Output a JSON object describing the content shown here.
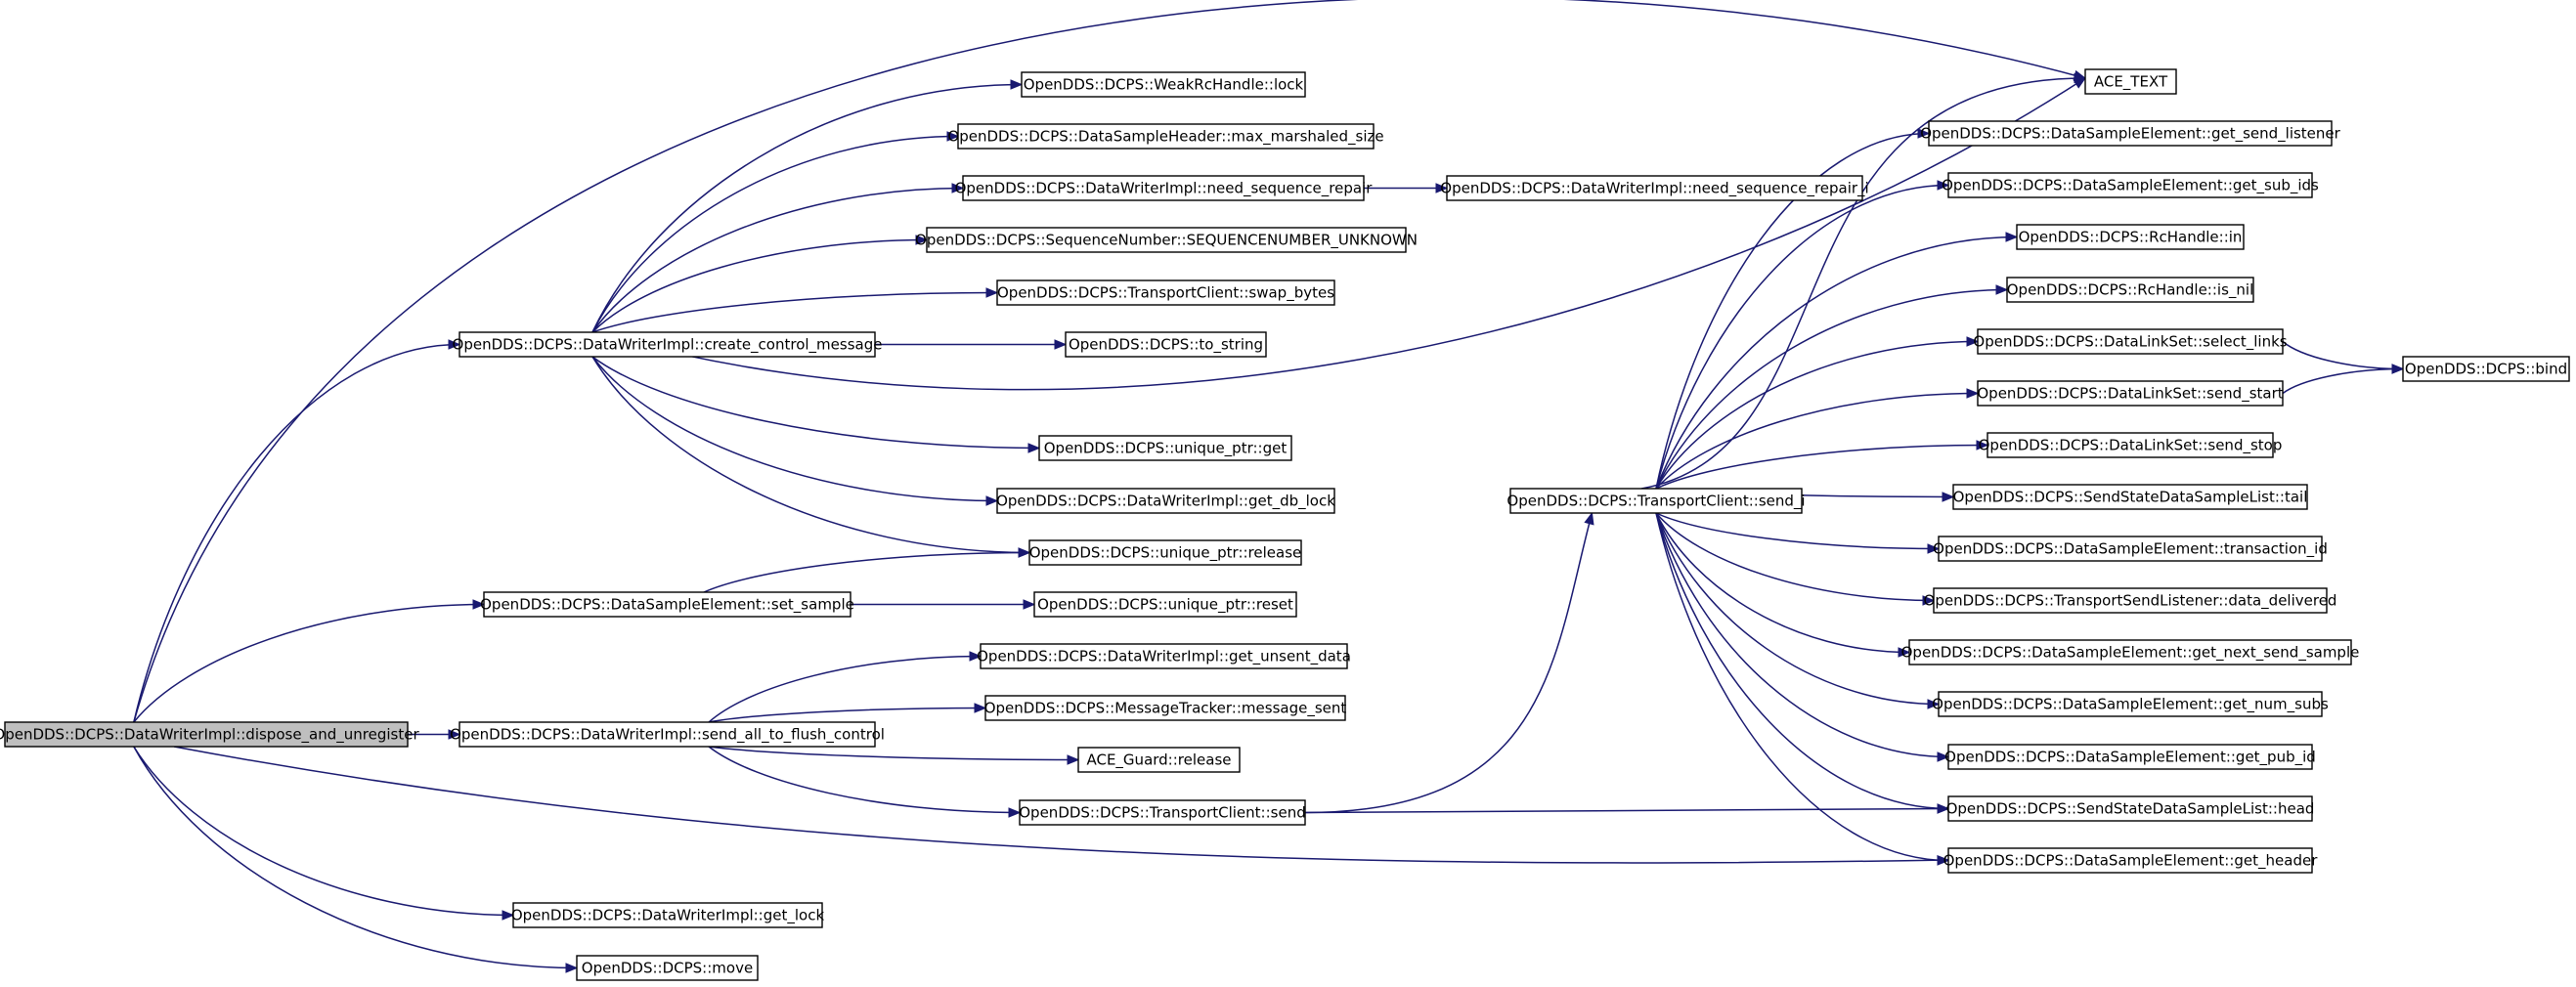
{
  "diagram": {
    "root": "dispose_and_unregister",
    "colors": {
      "edge": "#191970",
      "root_fill": "#bfbfbf",
      "node_fill": "#ffffff",
      "border": "#000000"
    },
    "nodes": [
      {
        "id": "dispose_and_unregister",
        "label": "OpenDDS::DCPS::DataWriterImpl::dispose_and_unregister"
      },
      {
        "id": "create_control_message",
        "label": "OpenDDS::DCPS::DataWriterImpl::create_control_message"
      },
      {
        "id": "set_sample",
        "label": "OpenDDS::DCPS::DataSampleElement::set_sample"
      },
      {
        "id": "send_all_to_flush_control",
        "label": "OpenDDS::DCPS::DataWriterImpl::send_all_to_flush_control"
      },
      {
        "id": "get_lock",
        "label": "OpenDDS::DCPS::DataWriterImpl::get_lock"
      },
      {
        "id": "move",
        "label": "OpenDDS::DCPS::move"
      },
      {
        "id": "weak_lock",
        "label": "OpenDDS::DCPS::WeakRcHandle::lock"
      },
      {
        "id": "max_marshaled_size",
        "label": "OpenDDS::DCPS::DataSampleHeader::max_marshaled_size"
      },
      {
        "id": "need_sequence_repair",
        "label": "OpenDDS::DCPS::DataWriterImpl::need_sequence_repair"
      },
      {
        "id": "seq_unknown",
        "label": "OpenDDS::DCPS::SequenceNumber::SEQUENCENUMBER_UNKNOWN"
      },
      {
        "id": "swap_bytes",
        "label": "OpenDDS::DCPS::TransportClient::swap_bytes"
      },
      {
        "id": "to_string",
        "label": "OpenDDS::DCPS::to_string"
      },
      {
        "id": "uptr_get",
        "label": "OpenDDS::DCPS::unique_ptr::get"
      },
      {
        "id": "get_db_lock",
        "label": "OpenDDS::DCPS::DataWriterImpl::get_db_lock"
      },
      {
        "id": "uptr_release",
        "label": "OpenDDS::DCPS::unique_ptr::release"
      },
      {
        "id": "uptr_reset",
        "label": "OpenDDS::DCPS::unique_ptr::reset"
      },
      {
        "id": "get_unsent_data",
        "label": "OpenDDS::DCPS::DataWriterImpl::get_unsent_data"
      },
      {
        "id": "message_sent",
        "label": "OpenDDS::DCPS::MessageTracker::message_sent"
      },
      {
        "id": "ace_guard_release",
        "label": "ACE_Guard::release"
      },
      {
        "id": "tc_send",
        "label": "OpenDDS::DCPS::TransportClient::send"
      },
      {
        "id": "need_sequence_repair_i",
        "label": "OpenDDS::DCPS::DataWriterImpl::need_sequence_repair_i"
      },
      {
        "id": "send_i",
        "label": "OpenDDS::DCPS::TransportClient::send_i"
      },
      {
        "id": "ace_text",
        "label": "ACE_TEXT"
      },
      {
        "id": "get_send_listener",
        "label": "OpenDDS::DCPS::DataSampleElement::get_send_listener"
      },
      {
        "id": "get_sub_ids",
        "label": "OpenDDS::DCPS::DataSampleElement::get_sub_ids"
      },
      {
        "id": "rc_in",
        "label": "OpenDDS::DCPS::RcHandle::in"
      },
      {
        "id": "rc_is_nil",
        "label": "OpenDDS::DCPS::RcHandle::is_nil"
      },
      {
        "id": "select_links",
        "label": "OpenDDS::DCPS::DataLinkSet::select_links"
      },
      {
        "id": "send_start",
        "label": "OpenDDS::DCPS::DataLinkSet::send_start"
      },
      {
        "id": "send_stop",
        "label": "OpenDDS::DCPS::DataLinkSet::send_stop"
      },
      {
        "id": "list_tail",
        "label": "OpenDDS::DCPS::SendStateDataSampleList::tail"
      },
      {
        "id": "transaction_id",
        "label": "OpenDDS::DCPS::DataSampleElement::transaction_id"
      },
      {
        "id": "data_delivered",
        "label": "OpenDDS::DCPS::TransportSendListener::data_delivered"
      },
      {
        "id": "get_next_send_sample",
        "label": "OpenDDS::DCPS::DataSampleElement::get_next_send_sample"
      },
      {
        "id": "get_num_subs",
        "label": "OpenDDS::DCPS::DataSampleElement::get_num_subs"
      },
      {
        "id": "get_pub_id",
        "label": "OpenDDS::DCPS::DataSampleElement::get_pub_id"
      },
      {
        "id": "list_head",
        "label": "OpenDDS::DCPS::SendStateDataSampleList::head"
      },
      {
        "id": "get_header",
        "label": "OpenDDS::DCPS::DataSampleElement::get_header"
      },
      {
        "id": "bind",
        "label": "OpenDDS::DCPS::bind"
      }
    ],
    "edges": [
      [
        "dispose_and_unregister",
        "create_control_message"
      ],
      [
        "dispose_and_unregister",
        "set_sample"
      ],
      [
        "dispose_and_unregister",
        "send_all_to_flush_control"
      ],
      [
        "dispose_and_unregister",
        "get_lock"
      ],
      [
        "dispose_and_unregister",
        "move"
      ],
      [
        "dispose_and_unregister",
        "ace_text"
      ],
      [
        "dispose_and_unregister",
        "get_header"
      ],
      [
        "create_control_message",
        "weak_lock"
      ],
      [
        "create_control_message",
        "max_marshaled_size"
      ],
      [
        "create_control_message",
        "need_sequence_repair"
      ],
      [
        "create_control_message",
        "seq_unknown"
      ],
      [
        "create_control_message",
        "swap_bytes"
      ],
      [
        "create_control_message",
        "to_string"
      ],
      [
        "create_control_message",
        "uptr_get"
      ],
      [
        "create_control_message",
        "get_db_lock"
      ],
      [
        "create_control_message",
        "uptr_release"
      ],
      [
        "create_control_message",
        "ace_text"
      ],
      [
        "need_sequence_repair",
        "need_sequence_repair_i"
      ],
      [
        "set_sample",
        "uptr_release"
      ],
      [
        "set_sample",
        "uptr_reset"
      ],
      [
        "send_all_to_flush_control",
        "get_unsent_data"
      ],
      [
        "send_all_to_flush_control",
        "message_sent"
      ],
      [
        "send_all_to_flush_control",
        "ace_guard_release"
      ],
      [
        "send_all_to_flush_control",
        "tc_send"
      ],
      [
        "tc_send",
        "send_i"
      ],
      [
        "tc_send",
        "list_head"
      ],
      [
        "send_i",
        "ace_text"
      ],
      [
        "send_i",
        "get_send_listener"
      ],
      [
        "send_i",
        "get_sub_ids"
      ],
      [
        "send_i",
        "rc_in"
      ],
      [
        "send_i",
        "rc_is_nil"
      ],
      [
        "send_i",
        "select_links"
      ],
      [
        "send_i",
        "send_start"
      ],
      [
        "send_i",
        "send_stop"
      ],
      [
        "send_i",
        "list_tail"
      ],
      [
        "send_i",
        "transaction_id"
      ],
      [
        "send_i",
        "data_delivered"
      ],
      [
        "send_i",
        "get_next_send_sample"
      ],
      [
        "send_i",
        "get_num_subs"
      ],
      [
        "send_i",
        "get_pub_id"
      ],
      [
        "send_i",
        "list_head"
      ],
      [
        "send_i",
        "get_header"
      ],
      [
        "select_links",
        "bind"
      ],
      [
        "send_start",
        "bind"
      ]
    ]
  }
}
